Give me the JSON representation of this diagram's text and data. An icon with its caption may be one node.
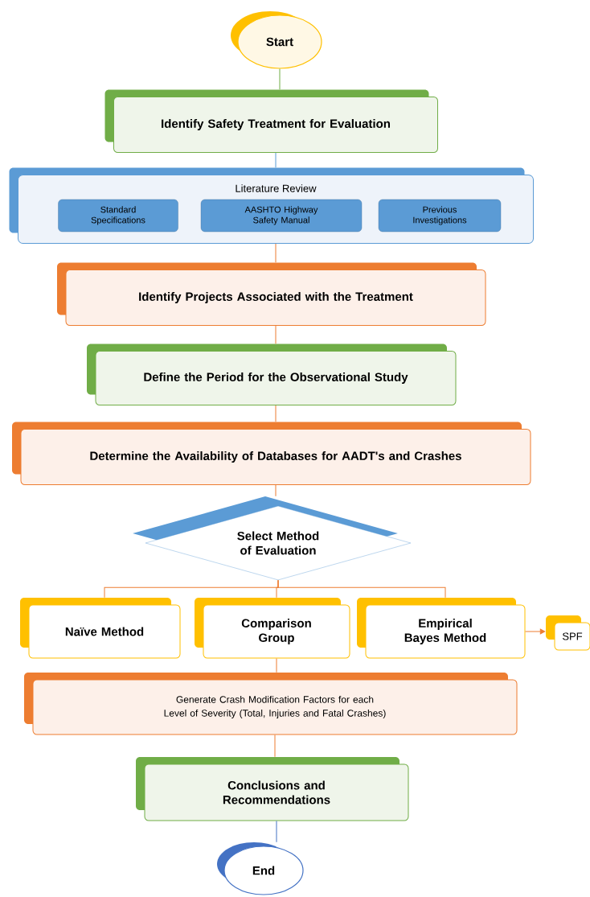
{
  "diagram": {
    "nodes": [
      {
        "text": [
          "Start"
        ]
      },
      {
        "text": [
          "Identify Safety Treatment for Evaluation"
        ]
      },
      {
        "text": [
          "Literature Review"
        ]
      },
      {
        "text": [
          "Standard Specifications"
        ],
        "in": 2
      },
      {
        "text": [
          "AASHTO Highway Safety Manual"
        ],
        "in": 2
      },
      {
        "text": [
          "Previous Investigations"
        ],
        "in": 2
      },
      {
        "text": [
          "Identify Projects Associated with the Treatment"
        ]
      },
      {
        "text": [
          "Define the Period for the Observational Study"
        ]
      },
      {
        "text": [
          "Determine the Availability of Databases for AADT's and Crashes"
        ]
      },
      {
        "text": [
          "Select Method of Evaluation"
        ]
      },
      {
        "text": [
          "Naïve Method"
        ]
      },
      {
        "text": [
          "Comparison Group"
        ]
      },
      {
        "text": [
          "Empirical Bayes Method"
        ]
      },
      {
        "text": [
          "SPF"
        ]
      },
      {
        "text": [
          "Generate Crash Modification Factors for each Level of Severity (Total, Injuries and Fatal Crashes)"
        ]
      },
      {
        "text": [
          "Conclusions and Recommendations"
        ]
      },
      {
        "text": [
          "End"
        ]
      }
    ],
    "edges": [
      {
        "from": 0,
        "to": 1,
        "arrow": "none",
        "color": "#70ad47"
      },
      {
        "from": 1,
        "to": 2,
        "arrow": "none",
        "color": "#5b9bd5"
      },
      {
        "from": 2,
        "to": 6,
        "arrow": "none"
      },
      {
        "from": 6,
        "to": 7,
        "arrow": "none"
      },
      {
        "from": 7,
        "to": 8,
        "arrow": "none"
      },
      {
        "from": 8,
        "to": 9,
        "arrow": "none"
      },
      {
        "from": 9,
        "to": 10,
        "arrow": "none"
      },
      {
        "from": 9,
        "to": 11,
        "arrow": "none"
      },
      {
        "from": 9,
        "to": 12,
        "arrow": "none"
      },
      {
        "from": 12,
        "to": 13,
        "arrow": "to"
      },
      {
        "from": 11,
        "to": 14,
        "arrow": "none"
      },
      {
        "from": 14,
        "to": 15,
        "arrow": "none"
      },
      {
        "from": 15,
        "to": 16,
        "arrow": "none",
        "color": "#4472c4"
      }
    ]
  }
}
